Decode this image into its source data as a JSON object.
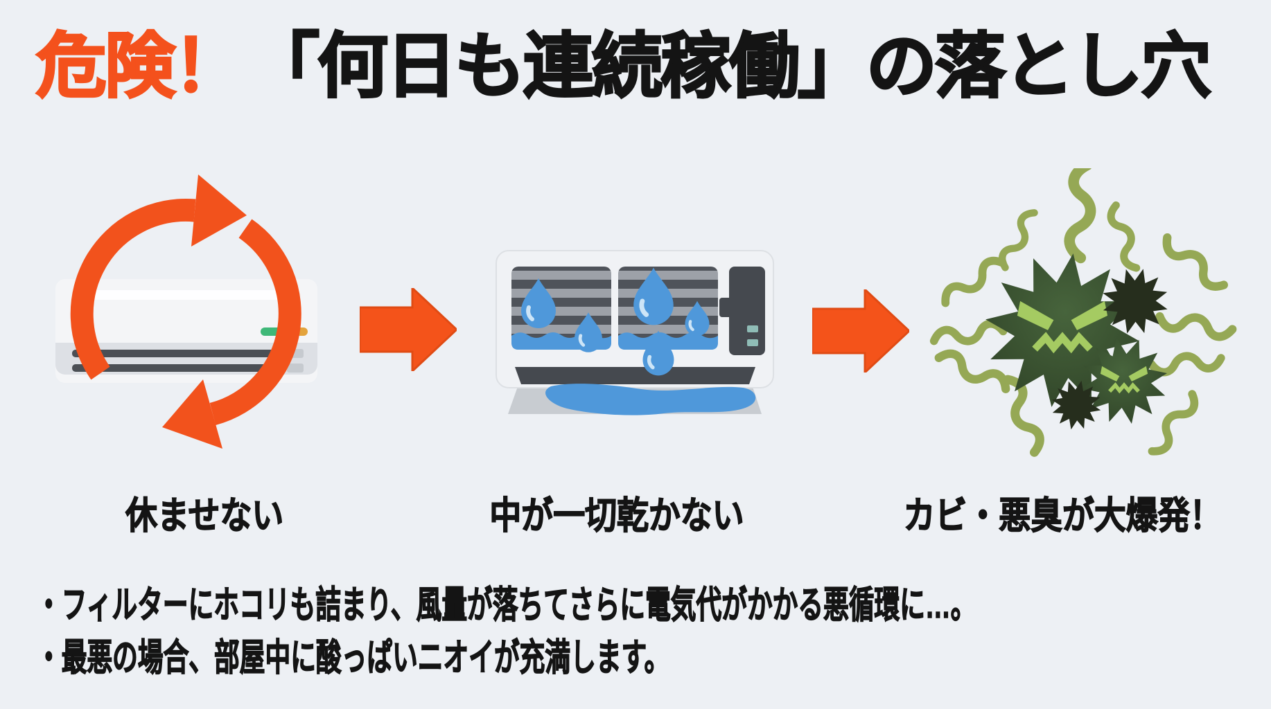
{
  "colors": {
    "background": "#edf0f4",
    "accent_orange": "#f4511c",
    "text_black": "#141414",
    "water_blue": "#4f98da",
    "mold_green": "#3a5130",
    "stink_olive": "#95a855"
  },
  "title": {
    "warning": "危険！",
    "main": "「何日も連続稼働」の落とし穴"
  },
  "steps": [
    {
      "id": "no-rest",
      "icon": "ac-unit-cycle-icon",
      "caption": "休ませない"
    },
    {
      "id": "never-dries",
      "icon": "wet-ac-interior-icon",
      "caption": "中が一切乾かない"
    },
    {
      "id": "mold-explosion",
      "icon": "mold-odor-burst-icon",
      "caption": "カビ・悪臭が大爆発！"
    }
  ],
  "notes": [
    "・フィルターにホコリも詰まり、風量が落ちてさらに電気代がかかる悪循環に…。",
    "・最悪の場合、部屋中に酸っぱいニオイが充満します。"
  ]
}
